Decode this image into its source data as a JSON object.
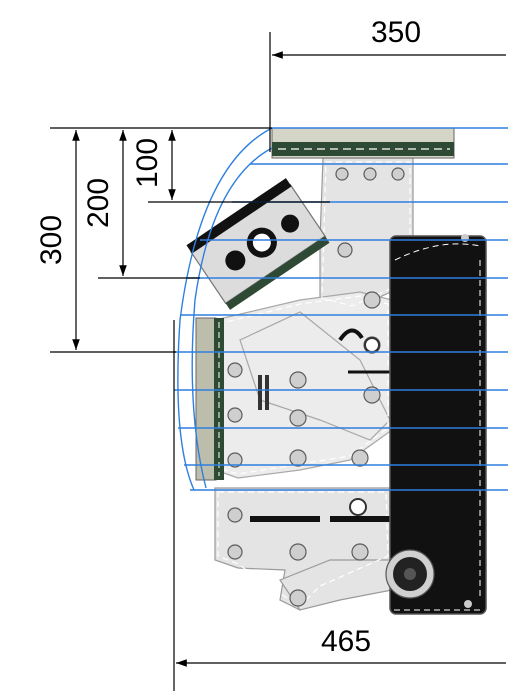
{
  "dimensions": {
    "top_width": "350",
    "bottom_width": "465",
    "height_100": "100",
    "height_200": "200",
    "height_300": "300"
  },
  "colors": {
    "blue_lines": "#2f7fe0",
    "black_body": "#111111",
    "gray_plate": "#e4e4e4",
    "pcb_green": "#2f4a34"
  }
}
